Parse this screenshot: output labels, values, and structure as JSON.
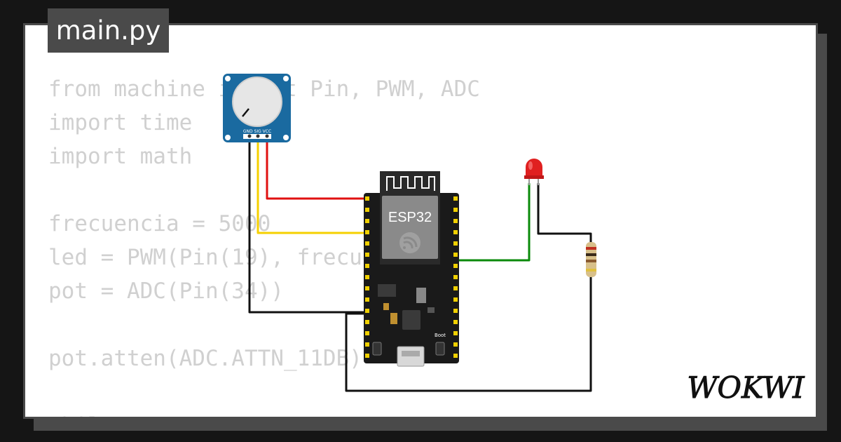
{
  "file_tab": {
    "label": "main.py"
  },
  "code_lines": [
    "from machine import Pin, PWM, ADC",
    "import time",
    "import math",
    "",
    "frecuencia = 5000",
    "led = PWM(Pin(19), frecuencia)",
    "pot = ADC(Pin(34))",
    "",
    "pot.atten(ADC.ATTN_11DB)",
    "",
    "while True:"
  ],
  "board": {
    "label": "ESP32",
    "button_boot": "Boot"
  },
  "potentiometer": {
    "pin_labels": "GND SIG VCC"
  },
  "brand": {
    "logo": "WOKWI"
  },
  "colors": {
    "board_pcb": "#1a1a1a",
    "pot_pcb": "#1a6aa0",
    "wire_red": "#e01010",
    "wire_yellow": "#f5d000",
    "wire_green": "#0a8a0a",
    "wire_black": "#111111",
    "led_red": "#e02020",
    "header_pins": "#f0d000"
  }
}
